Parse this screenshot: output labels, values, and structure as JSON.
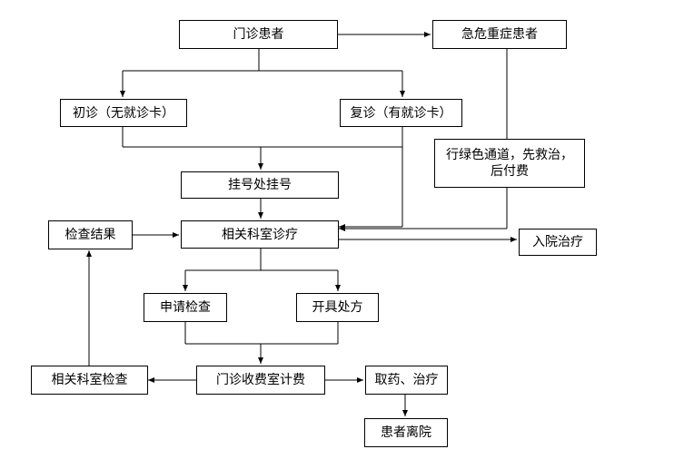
{
  "nodes": {
    "outpatient": "门诊患者",
    "emergency": "急危重症患者",
    "first_visit": "初诊（无就诊卡）",
    "return_visit": "复诊（有就诊卡）",
    "green_channel": "行绿色通道，先救治，\n后付费",
    "registration": "挂号处挂号",
    "exam_result": "检查结果",
    "department": "相关科室诊疗",
    "hospitalize": "入院治疗",
    "apply_exam": "申请检查",
    "prescribe": "开具处方",
    "dept_exam": "相关科室检查",
    "billing": "门诊收费室计费",
    "medicine": "取药、治疗",
    "leave": "患者离院"
  }
}
